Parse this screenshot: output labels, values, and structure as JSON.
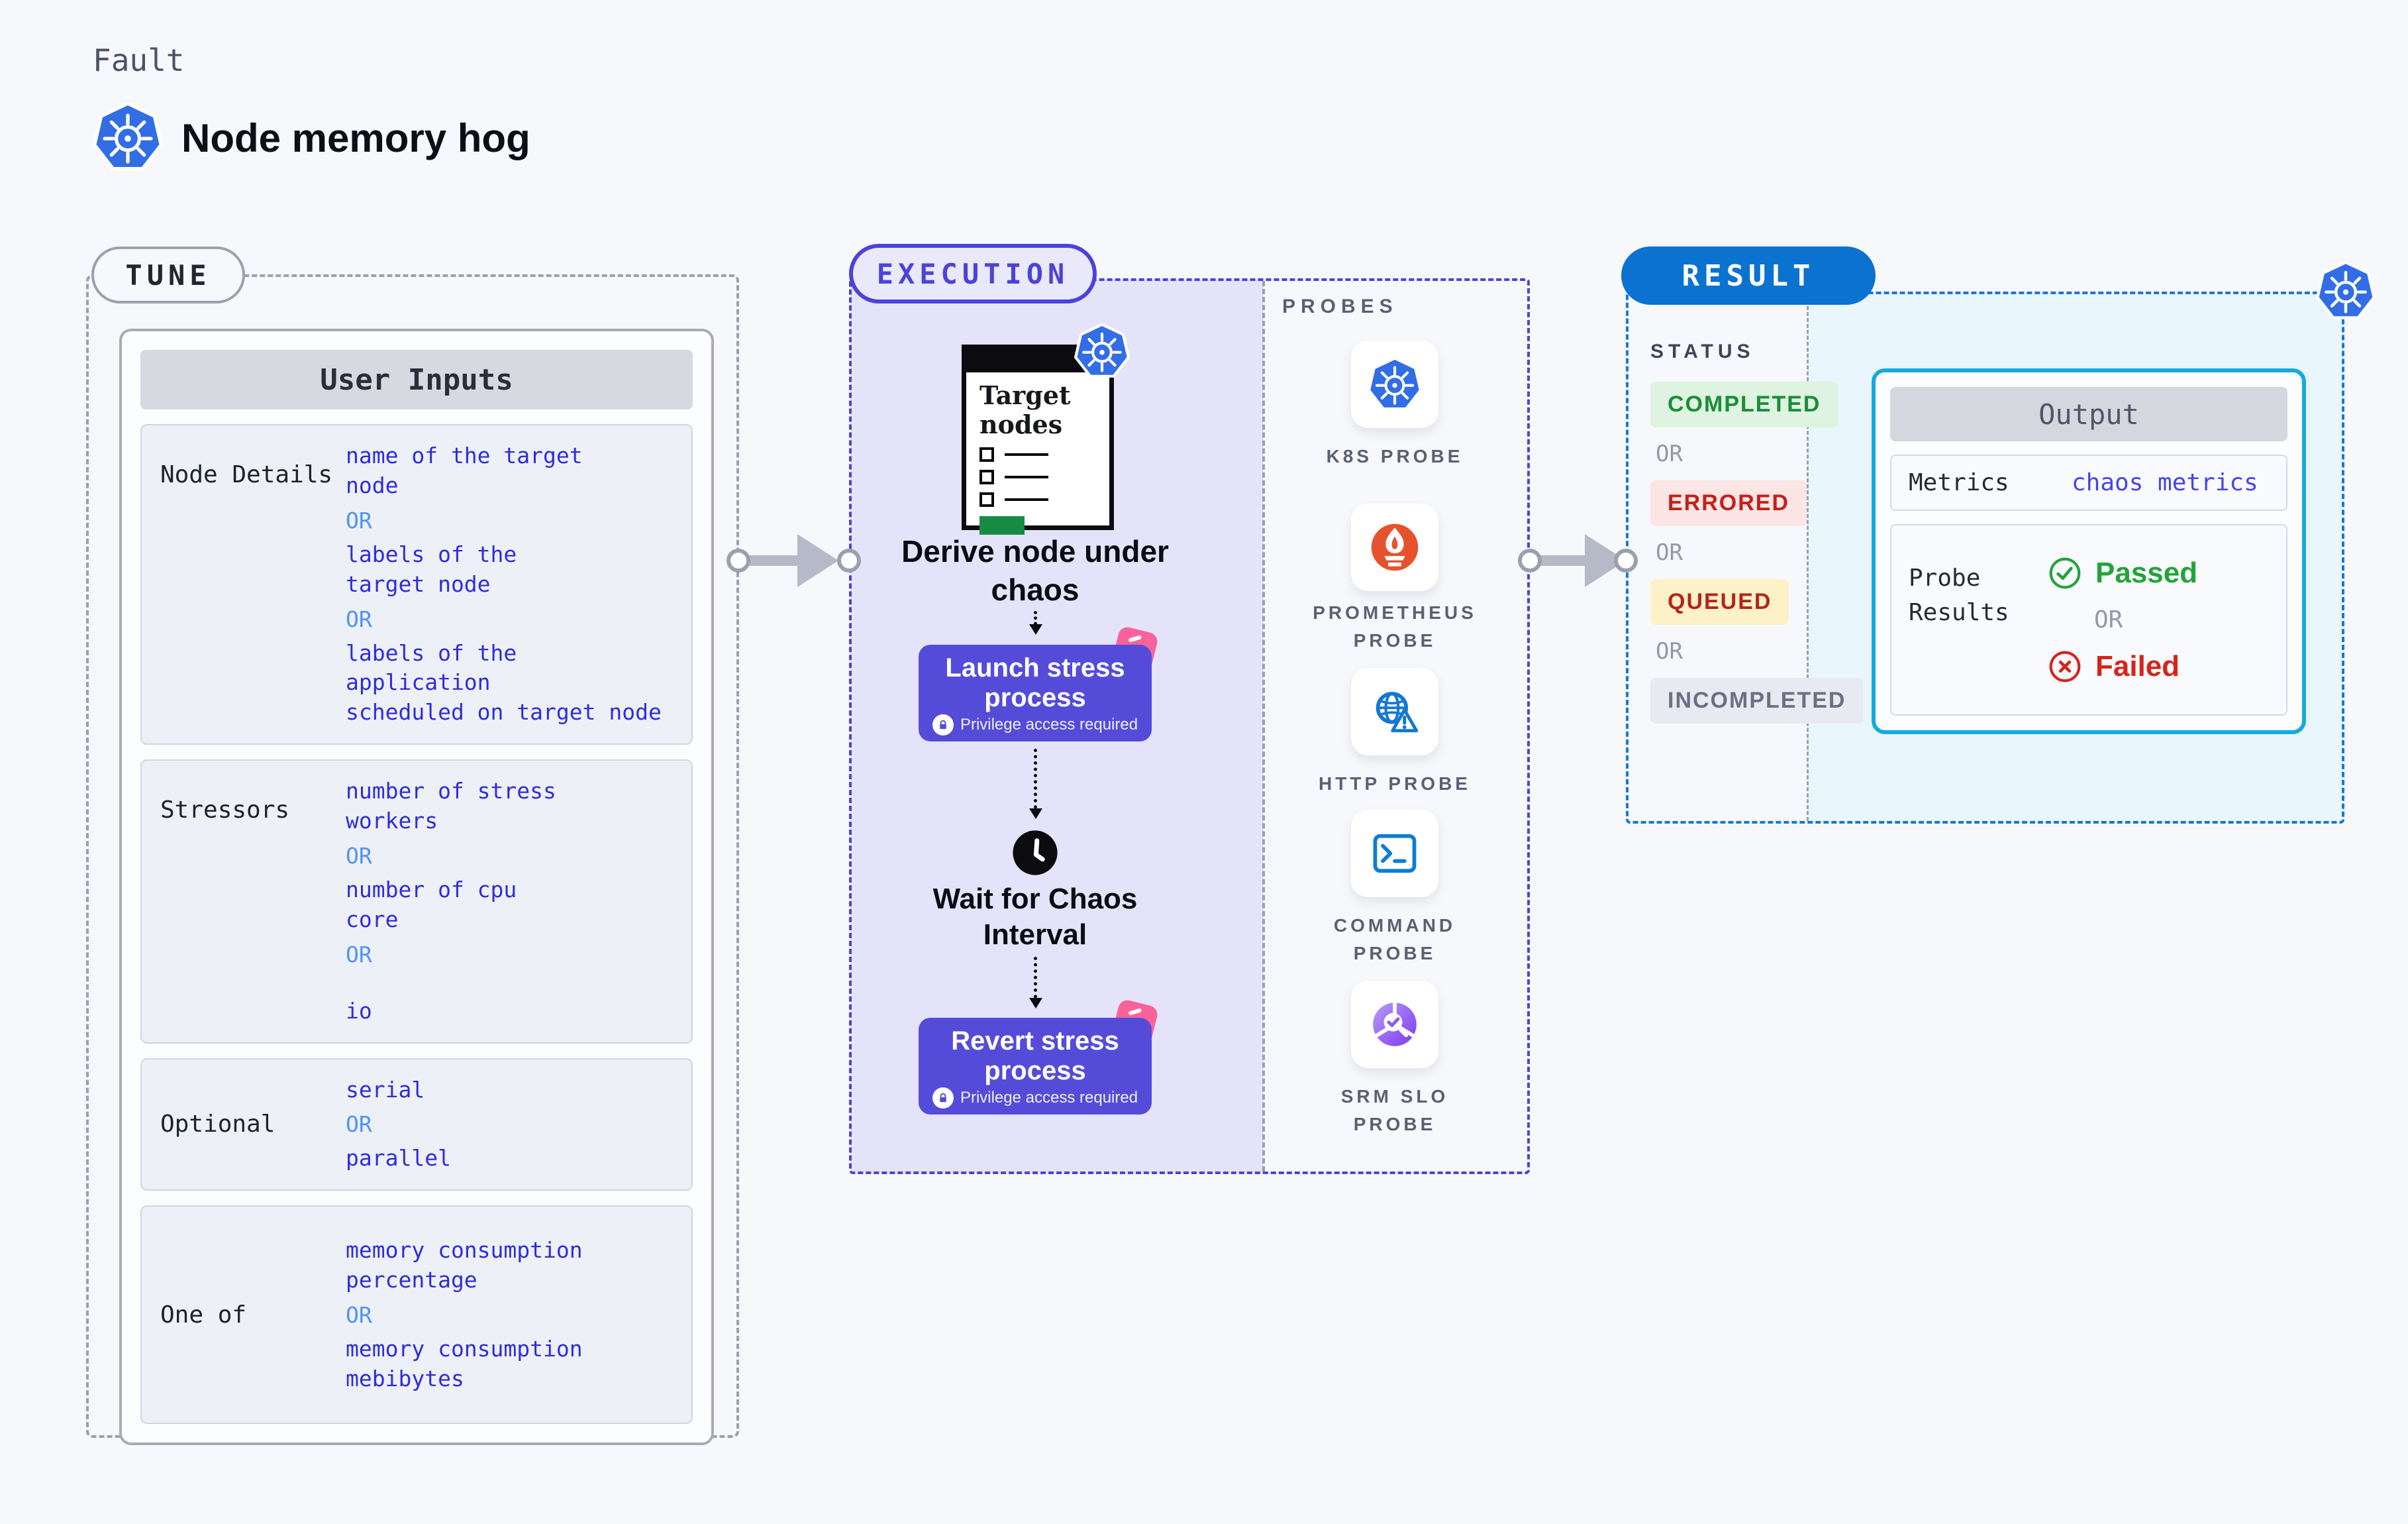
{
  "page": {
    "background": "#f7f8fb"
  },
  "header": {
    "eyebrow": "Fault",
    "title": "Node memory hog"
  },
  "labels": {
    "or": "OR"
  },
  "tune": {
    "badge": "TUNE",
    "panel_title": "User Inputs",
    "rows": [
      {
        "label": "Node Details",
        "v0": "name of the target\nnode",
        "v1": "labels of the\ntarget node",
        "v2": "labels of the application\n scheduled on target node"
      },
      {
        "label": "Stressors",
        "v0": "number of stress\nworkers",
        "v1": "number of cpu\ncore",
        "v2": "io"
      },
      {
        "label": "Optional",
        "v0": "serial",
        "v1": "parallel"
      },
      {
        "label": "One of",
        "v0": "memory consumption\npercentage",
        "v1": "memory consumption\nmebibytes"
      }
    ]
  },
  "execution": {
    "badge": "EXECUTION",
    "probes_title": "PROBES",
    "target_card": {
      "title": "Target\nnodes"
    },
    "derive_label": "Derive node under\nchaos",
    "launch_label": "Launch stress\nprocess",
    "wait_label": "Wait for Chaos\nInterval",
    "revert_label": "Revert stress\nprocess",
    "privilege_note": "Privilege access required",
    "probes": [
      {
        "label": "K8S PROBE"
      },
      {
        "label": "PROMETHEUS\nPROBE"
      },
      {
        "label": "HTTP PROBE"
      },
      {
        "label": "COMMAND\nPROBE"
      },
      {
        "label": "SRM SLO\nPROBE"
      }
    ]
  },
  "result": {
    "badge": "RESULT",
    "status_title": "STATUS",
    "statuses": [
      "COMPLETED",
      "ERRORED",
      "QUEUED",
      "INCOMPLETED"
    ],
    "output": {
      "title": "Output",
      "metrics_label": "Metrics",
      "metrics_value": "chaos metrics",
      "probe_results_label": "Probe\nResults",
      "passed": "Passed",
      "failed": "Failed"
    }
  },
  "colors": {
    "kubernetes_blue": "#326de6",
    "execution_indigo": "#4b43d9",
    "action_button_indigo": "#544cd9",
    "lavender_panel": "#e4e3fa",
    "result_blue": "#0b72d0",
    "output_border_cyan": "#15abdd",
    "value_blue": "#2d2ddb",
    "or_blue": "#4e94f5",
    "completed_green": "#1c8c38",
    "errored_red": "#c5201b",
    "queued_red_on_amber": "#b3251d",
    "incompleted_gray": "#6b7084",
    "passed_green": "#23a33a",
    "failed_red": "#d6241c",
    "prometheus_orange": "#e6522c",
    "http_blue": "#1478d2",
    "srm_purple": "#7c3aed",
    "pink_accent": "#f9629b",
    "target_card_green": "#178a44"
  }
}
